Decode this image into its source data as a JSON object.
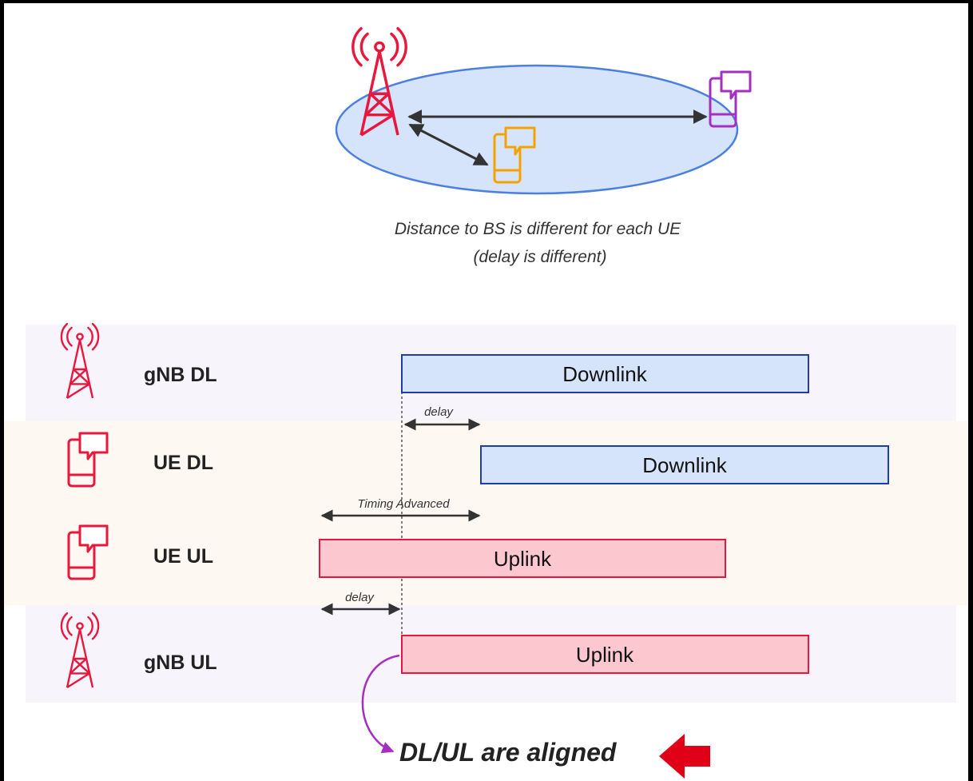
{
  "caption": {
    "line1": "Distance to BS is different for each UE",
    "line2": "(delay is different)"
  },
  "lanes": {
    "gnb_dl": {
      "label": "gNB DL",
      "bar": "Downlink"
    },
    "ue_dl": {
      "label": "UE DL",
      "bar": "Downlink"
    },
    "ue_ul": {
      "label": "UE UL",
      "bar": "Uplink"
    },
    "gnb_ul": {
      "label": "gNB UL",
      "bar": "Uplink"
    }
  },
  "annotations": {
    "delay_dl": "delay",
    "timing_advanced": "Timing Advanced",
    "delay_ul": "delay"
  },
  "conclusion": "DL/UL are aligned",
  "colors": {
    "tower": "#e8173d",
    "ue_orange": "#f5a200",
    "ue_purple": "#a42fc1",
    "ellipse_fill": "#d6e4fb",
    "ellipse_stroke": "#4b7fe0",
    "downlink_fill": "#d6e4fb",
    "downlink_stroke": "#1f3fa6",
    "uplink_fill": "#fcc7cf",
    "uplink_stroke": "#e8173d",
    "lane_purple": "#f8f4fc",
    "lane_cream": "#fdf9f2",
    "curve": "#a42fc1",
    "big_arrow": "#e00018"
  }
}
